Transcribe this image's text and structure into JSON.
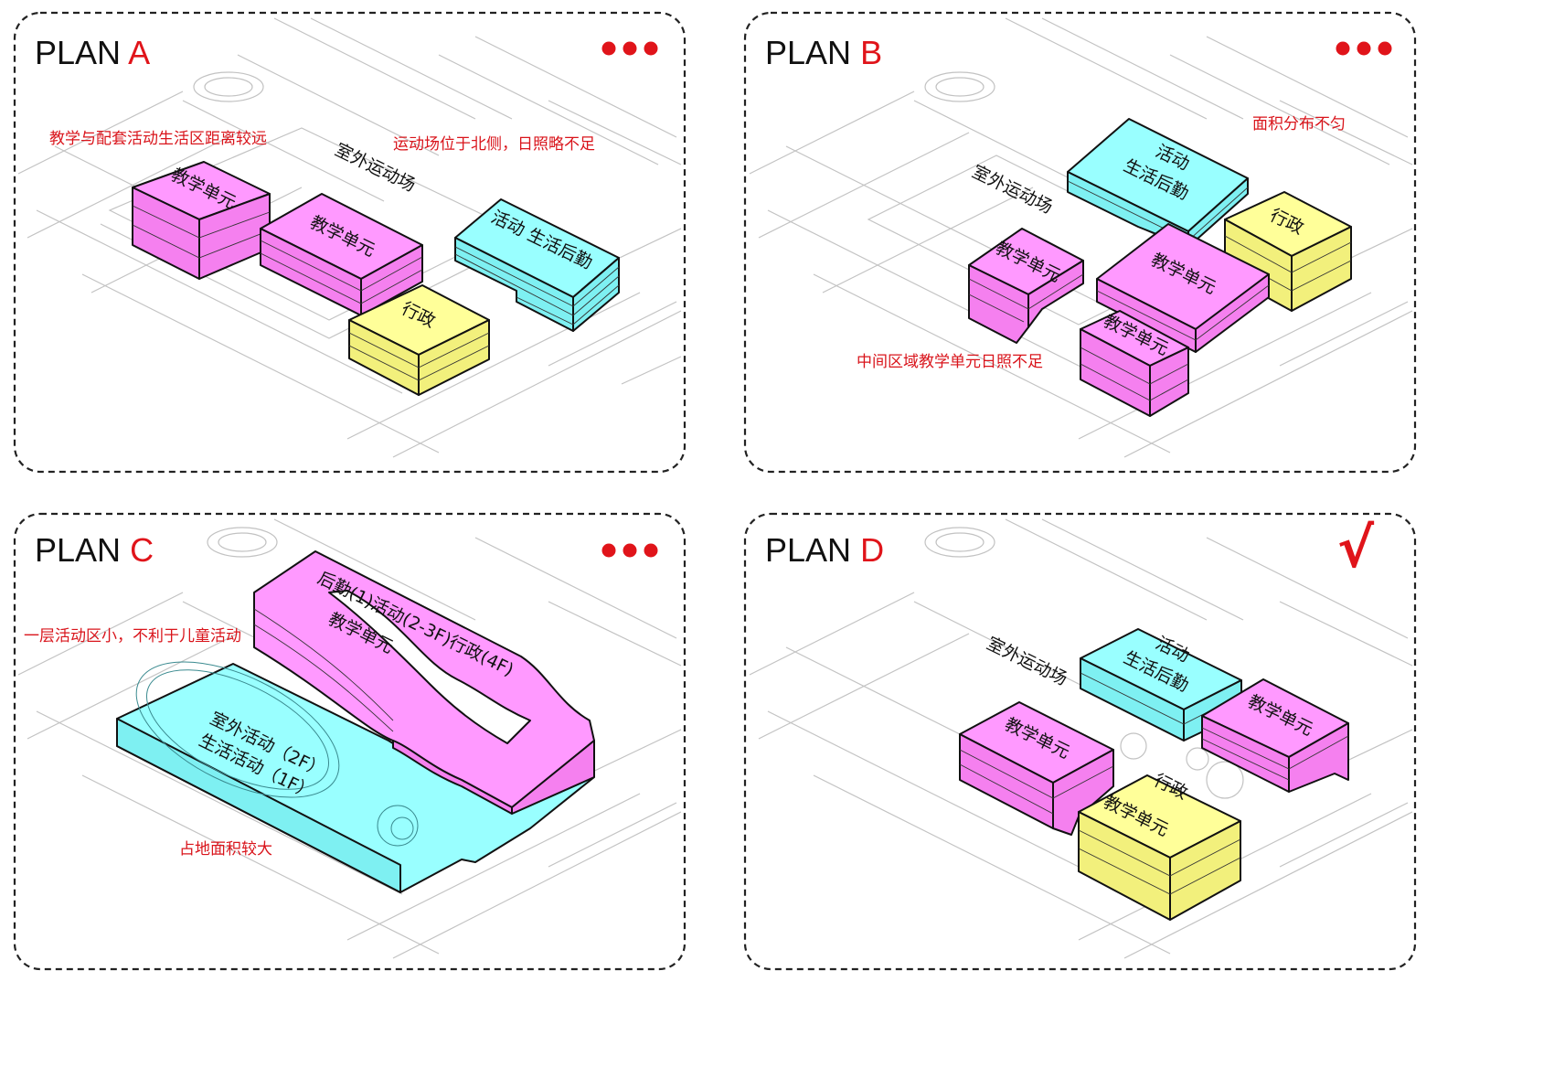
{
  "colors": {
    "teaching": "#ff99ff",
    "teaching_side": "#f580ef",
    "activity": "#99ffff",
    "activity_side": "#7ef0f2",
    "admin": "#ffff99",
    "admin_side": "#f2f07c",
    "accent": "#e0141a"
  },
  "planA": {
    "title_prefix": "PLAN",
    "title_letter": "A",
    "marker_icon": "three-dots-icon",
    "note_distance": "教学与配套活动生活区距离较远",
    "note_sport": "运动场位于北侧，日照略不足",
    "site_label": "室外运动场",
    "blocks": {
      "teach1": "教学单元",
      "teach2": "教学单元",
      "activity": "活动 生活后勤",
      "admin": "行政"
    }
  },
  "planB": {
    "title_prefix": "PLAN",
    "title_letter": "B",
    "marker_icon": "three-dots-icon",
    "note_area": "面积分布不匀",
    "note_sun": "中间区域教学单元日照不足",
    "site_label": "室外运动场",
    "blocks": {
      "activity_line1": "活动",
      "activity_line2": "生活后勤",
      "admin": "行政",
      "teach1": "教学单元",
      "teach2": "教学单元",
      "teach3": "教学单元"
    }
  },
  "planC": {
    "title_prefix": "PLAN",
    "title_letter": "C",
    "marker_icon": "three-dots-icon",
    "note_small": "一层活动区小，不利于儿童活动",
    "note_large": "占地面积较大",
    "blocks": {
      "top_label": "后勤(1)活动(2-3F)行政(4F)",
      "teach": "教学单元",
      "base_line1": "室外活动（2F）",
      "base_line2": "生活活动（1F）"
    }
  },
  "planD": {
    "title_prefix": "PLAN",
    "title_letter": "D",
    "marker_icon": "check-mark-icon",
    "marker_text": "√",
    "site_label": "室外运动场",
    "blocks": {
      "activity_line1": "活动",
      "activity_line2": "生活后勤",
      "teach1": "教学单元",
      "teach2": "教学单元",
      "admin_line1": "行政",
      "admin_line2": "教学单元"
    }
  }
}
